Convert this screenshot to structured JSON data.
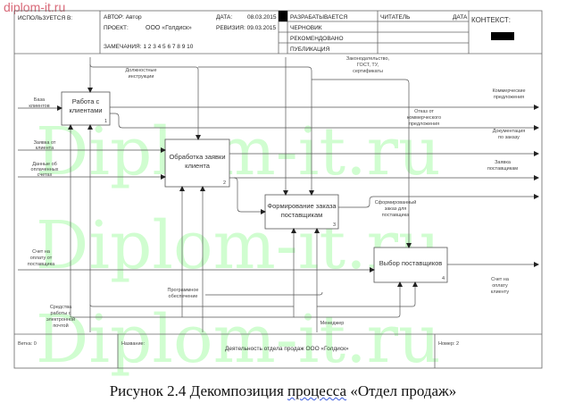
{
  "logo": "diplom-it.ru",
  "watermark": [
    "Diplom-it.ru",
    "Diplom-it.ru",
    "Diplom-it.ru"
  ],
  "header": {
    "used_in": "ИСПОЛЬЗУЕТСЯ В:",
    "author": "АВТОР: Автор",
    "project_label": "ПРОЕКТ:",
    "project_value": "ООО «Голдиск»",
    "notes": "ЗАМЕЧАНИЯ: 1 2 3 4 5 6 7 8 9 10",
    "date_label": "ДАТА:",
    "date_value": "08.03.2015",
    "revision": "РЕВИЗИЯ: 09.03.2015",
    "status": [
      "РАЗРАБАТЫВАЕТСЯ",
      "ЧЕРНОВИК",
      "РЕКОМЕНДОВАНО",
      "ПУБЛИКАЦИЯ"
    ],
    "reader": "ЧИТАТЕЛЬ",
    "reader_date": "ДАТА",
    "context": "КОНТЕКСТ:"
  },
  "boxes": [
    {
      "id": 1,
      "label_lines": [
        "Работа с",
        "клиентами"
      ],
      "number": "1"
    },
    {
      "id": 2,
      "label_lines": [
        "Обработка заявки",
        "клиента"
      ],
      "number": "2"
    },
    {
      "id": 3,
      "label_lines": [
        "Формирование заказа",
        "поставщикам"
      ],
      "number": "3"
    },
    {
      "id": 4,
      "label_lines": [
        "Выбор поставщиков"
      ],
      "number": "4"
    }
  ],
  "arrows": {
    "job_instructions": [
      "Должностные",
      "инструкции"
    ],
    "legislation": [
      "Законодательство,",
      "ГОСТ, ТУ,",
      "сертификаты"
    ],
    "client_base": [
      "База",
      "клиентов"
    ],
    "client_request": [
      "Заявка от",
      "клиента"
    ],
    "payment_data": [
      "Данные об",
      "оплаченных",
      "счетах"
    ],
    "supplier_invoice": [
      "Счет на",
      "оплату от",
      "поставщика"
    ],
    "email_tools": [
      "Средства",
      "работы с",
      "электронной",
      "почтой"
    ],
    "software": [
      "Программное",
      "обеспечение"
    ],
    "manager": [
      "Менеджер"
    ],
    "commercial_offers": [
      "Коммерческие",
      "предложения"
    ],
    "offer_refusal": [
      "Отказ от",
      "коммерческого",
      "предложения"
    ],
    "order_docs": [
      "Документация",
      "по заказу"
    ],
    "supplier_request": [
      "Заявка",
      "поставщикам"
    ],
    "formed_order": [
      "Сформированный",
      "заказ для",
      "поставщика"
    ],
    "client_invoice": [
      "Счет на",
      "оплату",
      "клиенту"
    ]
  },
  "footer": {
    "node": "Ветка: 0",
    "title_label": "Название:",
    "title": "Деятельность отдела продаж ООО «Голдиск»",
    "number": "Номер: 2"
  },
  "caption": {
    "prefix": "Рисунок 2.4 Декомпозиция ",
    "underlined": "процесса",
    "suffix": "  «Отдел продаж»"
  }
}
